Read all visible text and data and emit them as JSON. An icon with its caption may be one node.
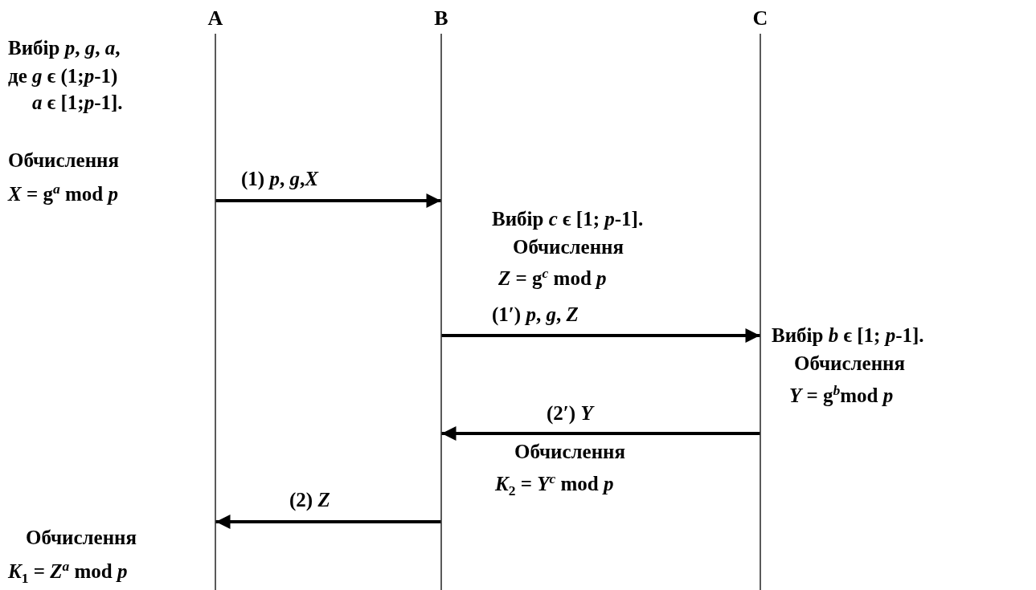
{
  "diagram": {
    "nodes": [
      {
        "text": [
          "A"
        ]
      },
      {
        "text": [
          "B"
        ]
      },
      {
        "text": [
          "C"
        ]
      }
    ],
    "edges": [
      {
        "from": 0,
        "to": 1,
        "arrow": "to",
        "label": "(1)  *p*, *g*,*X*"
      },
      {
        "from": 1,
        "to": 2,
        "arrow": "to",
        "label": "(1′)  *p*, *g*, *Z*"
      },
      {
        "from": 2,
        "to": 1,
        "arrow": "to",
        "label": "(2′) *Y*"
      },
      {
        "from": 1,
        "to": 0,
        "arrow": "to",
        "label": "(2) *Z*"
      }
    ],
    "labels": [
      "Вибір *p*, *g*, *a*,",
      "де *g* ϵ (1;*p*-1)",
      "*a* ϵ [1;*p*-1].",
      "Обчислення",
      "*X* = g$^{a}$ mod *p*",
      "Вибір *c* ϵ [1; *p*-1].",
      "Обчислення",
      "*Z* = g$^{c}$ mod *p*",
      "Вибір *b* ϵ [1; *p*-1].",
      "Обчислення",
      "*Y* = g$^{b}$mod *p*",
      "Обчислення",
      "*K*$_{2}$ = *Y*$^{c}$ mod *p*",
      "Обчислення",
      "*K*$_{1}$ = *Z*$^{a}$ mod *p*"
    ]
  }
}
